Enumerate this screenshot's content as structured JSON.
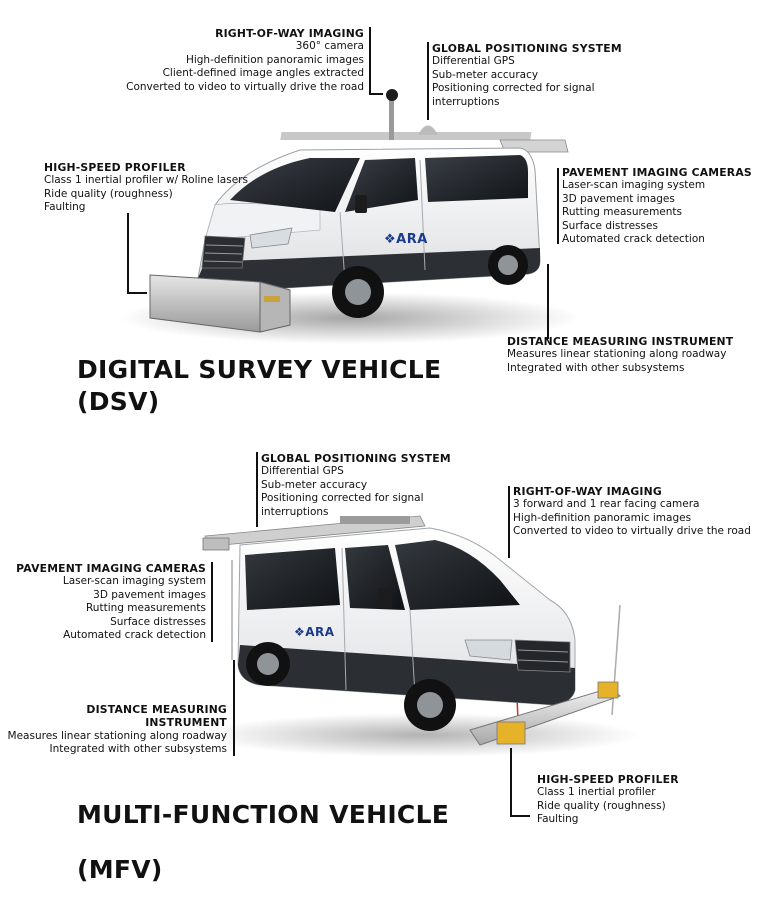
{
  "dsv": {
    "title_line1": "DIGITAL SURVEY VEHICLE",
    "title_line2": "(DSV)",
    "logo_text": "ARA",
    "row_imaging": {
      "heading": "RIGHT-OF-WAY IMAGING",
      "lines": [
        "360° camera",
        "High-definition panoramic images",
        "Client-defined image angles extracted",
        "Converted to video to virtually drive the road"
      ]
    },
    "gps": {
      "heading": "GLOBAL POSITIONING SYSTEM",
      "lines": [
        "Differential GPS",
        "Sub-meter accuracy",
        "Positioning corrected for signal",
        "interruptions"
      ]
    },
    "profiler": {
      "heading": "HIGH-SPEED PROFILER",
      "lines": [
        "Class 1 inertial profiler w/ Roline lasers",
        "Ride quality (roughness)",
        "Faulting"
      ]
    },
    "pavement": {
      "heading": "PAVEMENT IMAGING CAMERAS",
      "lines": [
        "Laser-scan imaging system",
        "3D pavement images",
        "Rutting measurements",
        "Surface distresses",
        "Automated crack detection"
      ]
    },
    "dmi": {
      "heading": "DISTANCE MEASURING INSTRUMENT",
      "lines": [
        "Measures linear stationing along roadway",
        "Integrated with other subsystems"
      ]
    }
  },
  "mfv": {
    "title_line1": "MULTI-FUNCTION VEHICLE",
    "title_line2": "(MFV)",
    "logo_text": "ARA",
    "gps": {
      "heading": "GLOBAL POSITIONING SYSTEM",
      "lines": [
        "Differential GPS",
        "Sub-meter accuracy",
        "Positioning corrected for signal",
        "interruptions"
      ]
    },
    "row_imaging": {
      "heading": "RIGHT-OF-WAY IMAGING",
      "lines": [
        "3 forward and 1 rear facing camera",
        "High-definition panoramic images",
        "Converted to video to virtually drive the road"
      ]
    },
    "pavement": {
      "heading": "PAVEMENT IMAGING CAMERAS",
      "lines": [
        "Laser-scan imaging system",
        "3D pavement images",
        "Rutting measurements",
        "Surface distresses",
        "Automated crack detection"
      ]
    },
    "dmi": {
      "heading_line1": "DISTANCE MEASURING",
      "heading_line2": "INSTRUMENT",
      "lines": [
        "Measures linear stationing along roadway",
        "Integrated with other subsystems"
      ]
    },
    "profiler": {
      "heading": "HIGH-SPEED PROFILER",
      "lines": [
        "Class 1 inertial profiler",
        "Ride quality (roughness)",
        "Faulting"
      ]
    }
  }
}
